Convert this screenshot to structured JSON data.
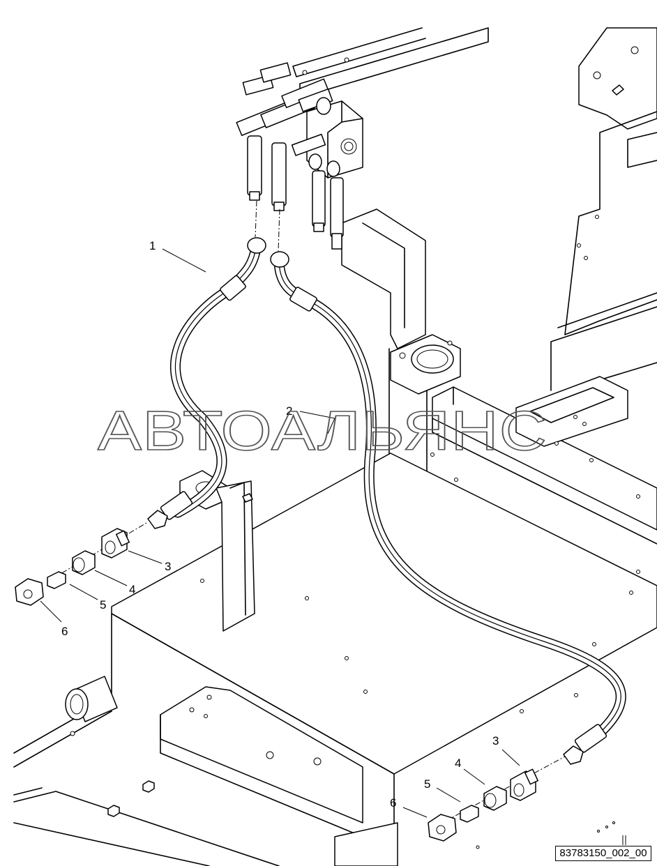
{
  "watermark": "АВТОАЛЬЯНС",
  "reference_code": "83783150_002_00",
  "callouts": {
    "c1": "1",
    "c2": "2",
    "c3a": "3",
    "c4a": "4",
    "c5a": "5",
    "c6a": "6",
    "c3b": "3",
    "c4b": "4",
    "c5b": "5",
    "c6b": "6"
  }
}
